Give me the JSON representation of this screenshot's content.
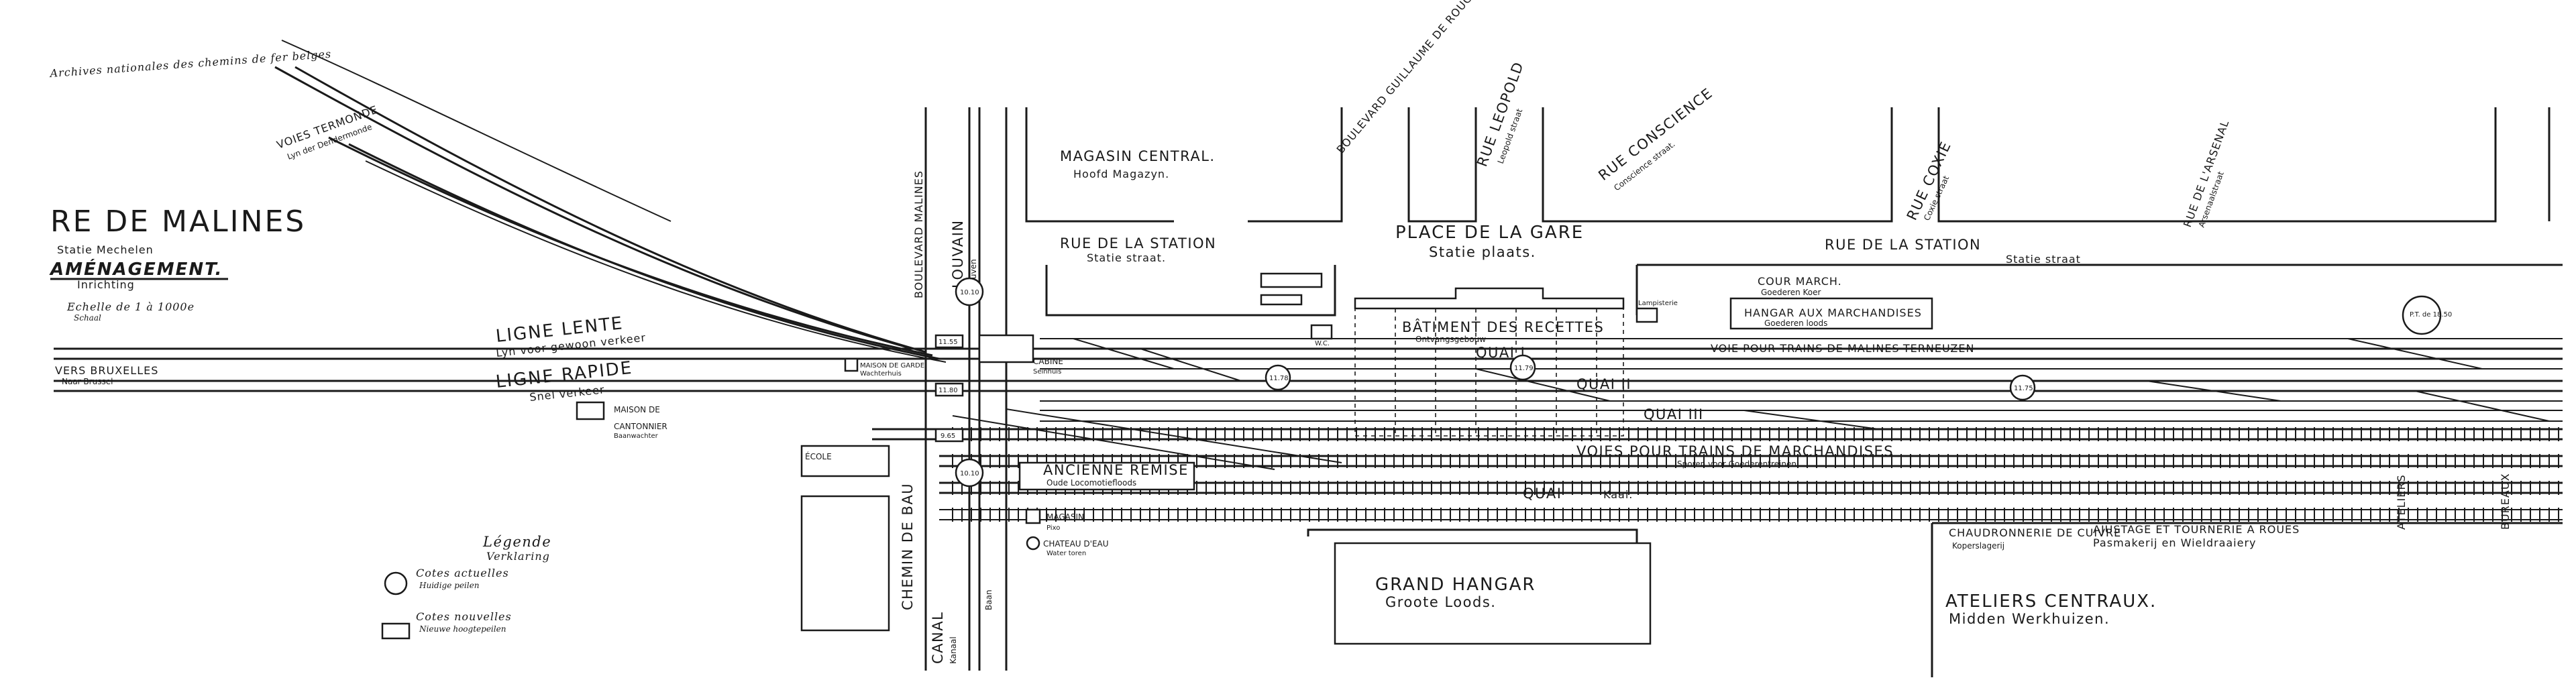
{
  "corner_note": "Archives nationales des chemins de fer belges",
  "title": {
    "main": "RE DE MALINES",
    "sub_nl": "Statie Mechelen",
    "amenagement": "AMÉNAGEMENT.",
    "inrichting": "Inrichting"
  },
  "scale": {
    "fr": "Echelle de 1 à 1000e",
    "nl": "Schaal"
  },
  "streets": {
    "magasin_central": "MAGASIN    CENTRAL.",
    "hoofd_magazyn": "Hoofd       Magazyn.",
    "rue_station_fr": "RUE   DE   LA   STATION",
    "rue_station_nl": "Statie   straat.",
    "place_gare": "PLACE   DE   LA   GARE",
    "statie_plaats": "Statie  plaats.",
    "rue_station_right_fr": "RUE         DE         LA              STATION",
    "rue_station_right_nl": "Statie straat",
    "boulevard_malines": "BOULEVARD MALINES",
    "louvain": "LOUVAIN",
    "leuven": "Leuven",
    "guillaume_le_rouge": "BOULEVARD GUILLAUME DE ROUGE",
    "rue_leopold": "RUE LEOPOLD",
    "leopold_straat": "Leopold straat",
    "rue_conscience": "RUE CONSCIENCE",
    "conscience_straat": "Conscience straat.",
    "rue_coxie": "RUE COXIE",
    "coxie_straat": "Coxie straat",
    "rue_arsenal": "RUE DE L'ARSENAL",
    "arsenal_straat": "Arsenaalstraat",
    "canal": "CANAL",
    "kanaal": "Kanaal",
    "chemin_de_bau": "CHEMIN   DE   BAU",
    "baan": "Baan"
  },
  "lines": {
    "voies_termonde": "VOIES TERMONDE",
    "termonde_nl": "Lyn der Dendermonde",
    "ligne_lente": "LIGNE   LENTE",
    "ligne_lente_nl": "Lyn voor gewoon verkeer",
    "ligne_rapide": "LIGNE   RAPIDE",
    "ligne_rapide_nl": "Snel  verkeer",
    "vers_bruxelles": "VERS BRUXELLES",
    "bruxelles_nl": "Naar Brussel",
    "voies_malines_terneuzen": "VOIE POUR TRAINS DE MALINES-TERNEUZEN",
    "voies_marchandises": "VOIES      POUR      TRAINS      DE      MARCHANDISES",
    "voies_marchandises_nl": "Sporen voor Goederentreinen",
    "quai_1": "QUAI  I",
    "quai_2": "QUAI  II",
    "quai_3": "QUAI  III",
    "quai_bottom": "QUAI",
    "kaai": "Kaai."
  },
  "buildings": {
    "batiment_recettes": "BÂTIMENT  DES  RECETTES",
    "batiment_nl": "Ontvangsgebouw",
    "hangar_marchandises": "HANGAR  AUX  MARCHANDISES",
    "hangar_marchandises_nl": "Goederen loods",
    "cour_marchandises": "COUR  MARCH.",
    "cour_nl": "Goederen Koer",
    "grand_hangar": "GRAND        HANGAR",
    "grand_hangar_nl": "Groote          Loods.",
    "ateliers": "ATELIERS        CENTRAUX.",
    "ateliers_nl": "Midden              Werkhuizen.",
    "ancienne_remise": "ANCIENNE  REMISE",
    "remise_nl": "Oude Locomotiefloods",
    "chaudronnerie": "CHAUDRONNERIE DE CUIVRE",
    "chaudronnerie_nl": "Koperslagerij",
    "ajustage": "AJUSTAGE   ET   TOURNERIE  A  ROUES",
    "ajustage_nl": "Pasmakerij en Wieldraaiery",
    "chateau_deau": "CHATEAU D'EAU",
    "chateau_nl": "Water toren",
    "magasin": "MAGASIN",
    "magasin_nl": "Pixo",
    "maison_garde": "MAISON DE GARDE",
    "garde_nl": "Wachterhuis",
    "cabine": "CABINE",
    "cabine_nl": "Seinhuis",
    "ecole": "ÉCOLE",
    "maison": "MAISON DE",
    "cantonnier": "CANTONNIER",
    "cantonnier_nl": "Baanwachter",
    "ateliers_side": "ATELIERS",
    "bureaux": "BUREAUX",
    "lampisterie": "Lampisterie",
    "wc": "W.C."
  },
  "elevations": {
    "e1": "10.10",
    "e2": "11.55",
    "e3": "11.80",
    "e4": "11.78",
    "e5": "11.79",
    "e6": "11.75",
    "e7": "10.10",
    "e8": "9.65",
    "pt": "P.T. de 18.50"
  },
  "legend": {
    "title": "Légende",
    "title_nl": "Verklaring",
    "actual": "Cotes actuelles",
    "actual_nl": "Huidige peilen",
    "new": "Cotes nouvelles",
    "new_nl": "Nieuwe hoogtepeilen"
  }
}
